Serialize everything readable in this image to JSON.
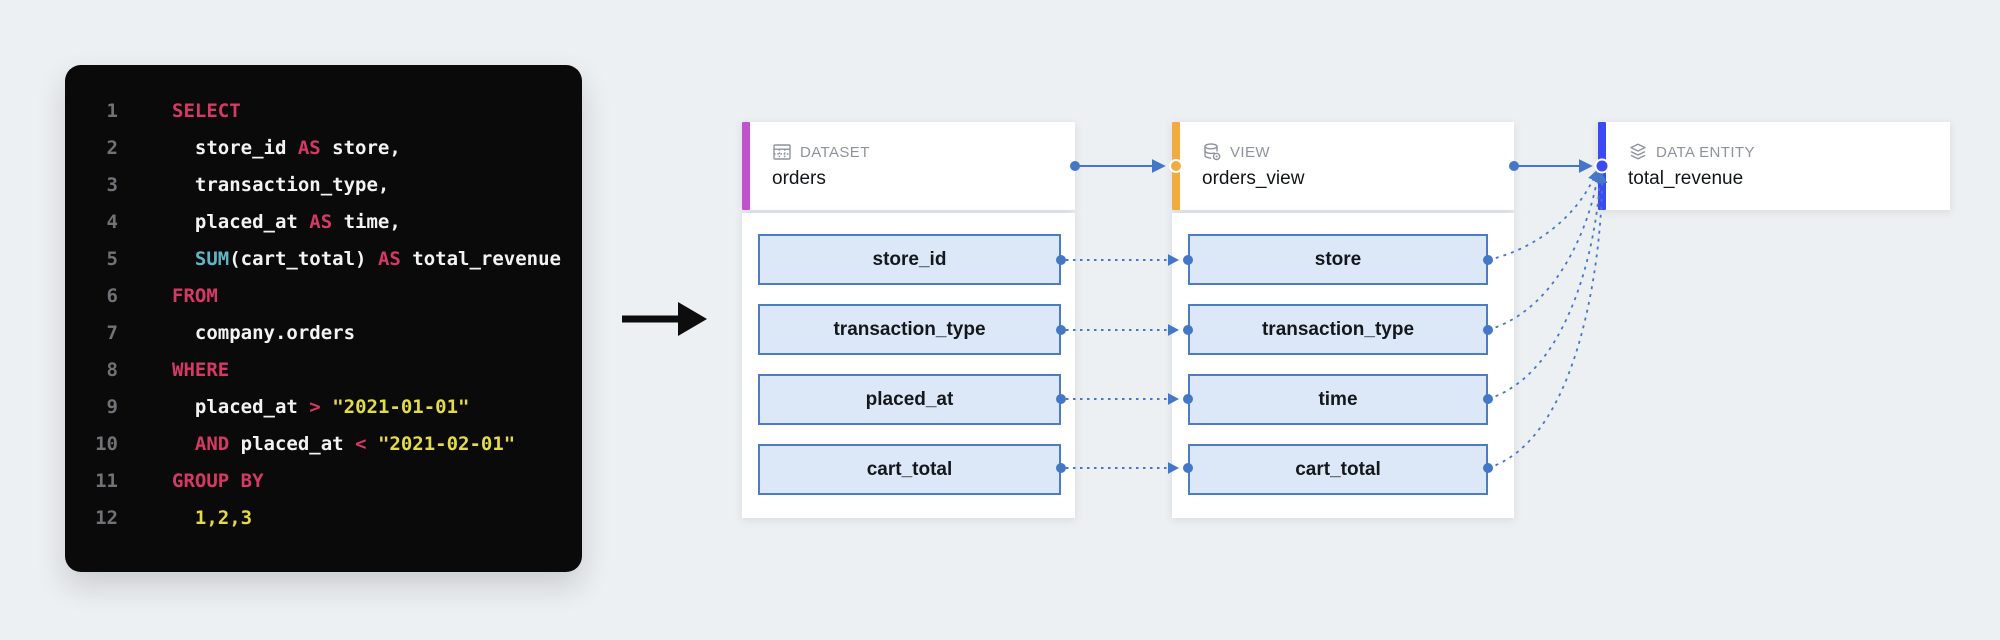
{
  "colors": {
    "background": "#edf0f2",
    "code_panel_bg": "#0a0a0b",
    "code_keyword": "#d43a63",
    "code_function": "#5fb6c5",
    "code_string": "#e3dc48",
    "code_text": "#f3f3f3",
    "code_line_number": "#707276",
    "dataset_accent": "#c251cf",
    "view_accent": "#f0ac3e",
    "entity_accent": "#3c4af2",
    "connector_blue": "#4577c7",
    "field_fill": "#dce8f7",
    "field_border": "#4b7cc4",
    "type_label_gray": "#8e939b"
  },
  "code": {
    "lines": [
      {
        "n": "1",
        "tokens": [
          {
            "c": "kw",
            "t": "SELECT"
          }
        ]
      },
      {
        "n": "2",
        "tokens": [
          {
            "c": "tx",
            "t": "  store_id "
          },
          {
            "c": "kw",
            "t": "AS"
          },
          {
            "c": "tx",
            "t": " store,"
          }
        ]
      },
      {
        "n": "3",
        "tokens": [
          {
            "c": "tx",
            "t": "  transaction_type,"
          }
        ]
      },
      {
        "n": "4",
        "tokens": [
          {
            "c": "tx",
            "t": "  placed_at "
          },
          {
            "c": "kw",
            "t": "AS"
          },
          {
            "c": "tx",
            "t": " time,"
          }
        ]
      },
      {
        "n": "5",
        "tokens": [
          {
            "c": "tx",
            "t": "  "
          },
          {
            "c": "fn",
            "t": "SUM"
          },
          {
            "c": "tx",
            "t": "(cart_total) "
          },
          {
            "c": "kw",
            "t": "AS"
          },
          {
            "c": "tx",
            "t": " total_revenue"
          }
        ]
      },
      {
        "n": "6",
        "tokens": [
          {
            "c": "kw",
            "t": "FROM"
          }
        ]
      },
      {
        "n": "7",
        "tokens": [
          {
            "c": "tx",
            "t": "  company.orders"
          }
        ]
      },
      {
        "n": "8",
        "tokens": [
          {
            "c": "kw",
            "t": "WHERE"
          }
        ]
      },
      {
        "n": "9",
        "tokens": [
          {
            "c": "tx",
            "t": "  placed_at "
          },
          {
            "c": "kw",
            "t": ">"
          },
          {
            "c": "tx",
            "t": " "
          },
          {
            "c": "st",
            "t": "\"2021-01-01\""
          }
        ]
      },
      {
        "n": "10",
        "tokens": [
          {
            "c": "tx",
            "t": "  "
          },
          {
            "c": "kw",
            "t": "AND"
          },
          {
            "c": "tx",
            "t": " placed_at "
          },
          {
            "c": "kw",
            "t": "<"
          },
          {
            "c": "tx",
            "t": " "
          },
          {
            "c": "st",
            "t": "\"2021-02-01\""
          }
        ]
      },
      {
        "n": "11",
        "tokens": [
          {
            "c": "kw",
            "t": "GROUP BY"
          }
        ]
      },
      {
        "n": "12",
        "tokens": [
          {
            "c": "st",
            "t": "  1,2,3"
          }
        ]
      }
    ]
  },
  "diagram": {
    "nodes": [
      {
        "type_label": "DATASET",
        "name": "orders",
        "icon": "table-icon",
        "accent": "#c251cf",
        "fields": [
          "store_id",
          "transaction_type",
          "placed_at",
          "cart_total"
        ]
      },
      {
        "type_label": "VIEW",
        "name": "orders_view",
        "icon": "database-view-icon",
        "accent": "#f0ac3e",
        "fields": [
          "store",
          "transaction_type",
          "time",
          "cart_total"
        ]
      },
      {
        "type_label": "DATA ENTITY",
        "name": "total_revenue",
        "icon": "layers-icon",
        "accent": "#3c4af2",
        "fields": []
      }
    ],
    "edges": {
      "header_flow": [
        {
          "from": "orders",
          "to": "orders_view",
          "style": "solid"
        },
        {
          "from": "orders_view",
          "to": "total_revenue",
          "style": "solid"
        }
      ],
      "field_mappings": [
        {
          "from": "store_id",
          "to": "store",
          "style": "dotted"
        },
        {
          "from": "transaction_type",
          "to": "transaction_type",
          "style": "dotted"
        },
        {
          "from": "placed_at",
          "to": "time",
          "style": "dotted"
        },
        {
          "from": "cart_total",
          "to": "cart_total",
          "style": "dotted"
        }
      ],
      "entity_inputs": [
        {
          "from": "store",
          "to": "total_revenue",
          "style": "dotted-curve"
        },
        {
          "from": "transaction_type",
          "to": "total_revenue",
          "style": "dotted-curve"
        },
        {
          "from": "time",
          "to": "total_revenue",
          "style": "dotted-curve"
        },
        {
          "from": "cart_total",
          "to": "total_revenue",
          "style": "dotted-curve"
        }
      ]
    }
  }
}
